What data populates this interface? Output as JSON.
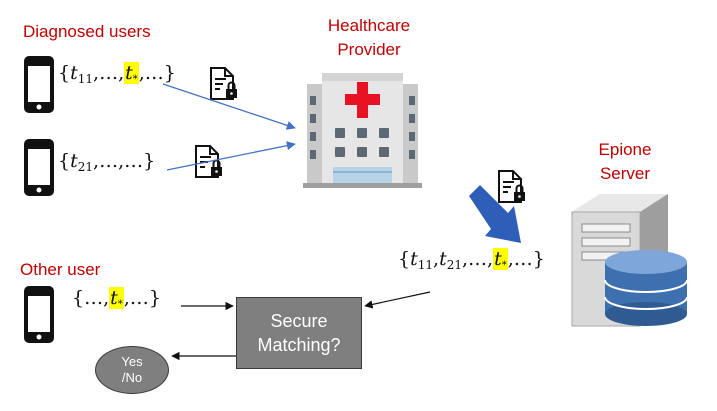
{
  "labels": {
    "diagnosed_users": "Diagnosed users",
    "healthcare_provider_line1": "Healthcare",
    "healthcare_provider_line2": "Provider",
    "epione_server_line1": "Epione",
    "epione_server_line2": "Server",
    "other_user": "Other user"
  },
  "tokens": {
    "user1": {
      "t": "t",
      "sub1": "11",
      "star_sub": "*",
      "ellipsis": "…"
    },
    "user2": {
      "t": "t",
      "sub1": "21",
      "ellipsis": "…"
    },
    "server": {
      "t": "t",
      "sub1": "11",
      "sub2": "21",
      "star_sub": "*",
      "ellipsis": "…"
    },
    "other": {
      "t": "t",
      "star_sub": "*",
      "ellipsis": "…"
    }
  },
  "matching_box": {
    "line1": "Secure",
    "line2": "Matching?"
  },
  "result_oval": {
    "line1": "Yes",
    "line2": "/No"
  },
  "colors": {
    "label_red": "#c00000",
    "arrow_blue": "#4472c4",
    "big_arrow": "#2e5eb8",
    "highlight": "#ffff00",
    "box_gray": "#7f7f7f"
  },
  "icons": [
    "smartphone-icon",
    "encrypted-document-icon",
    "hospital-icon",
    "server-database-icon"
  ]
}
